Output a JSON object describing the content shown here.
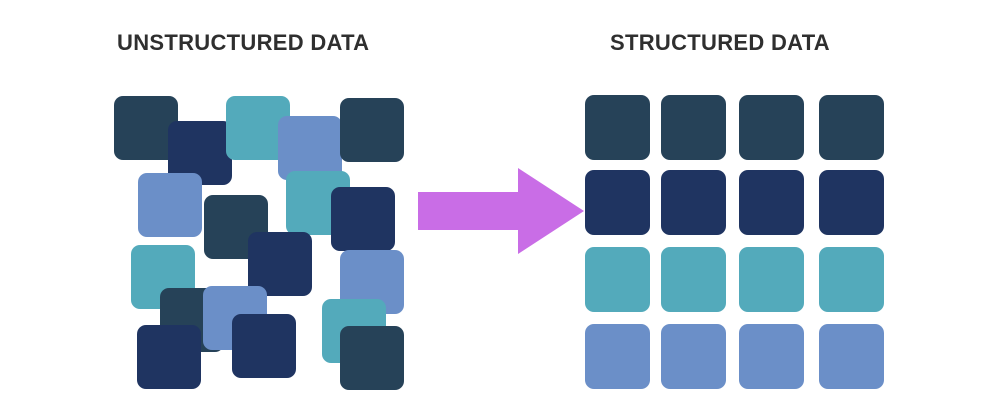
{
  "diagram": {
    "left_title": "UNSTRUCTURED DATA",
    "right_title": "STRUCTURED DATA",
    "colors": {
      "dark_slate": "#264258",
      "navy": "#1f3461",
      "teal": "#53aabb",
      "periwinkle": "#6b8fc8",
      "arrow": "#c96de6",
      "text": "#2f2f2f"
    },
    "unstructured_tiles": [
      "dark_slate",
      "navy",
      "teal",
      "periwinkle",
      "dark_slate",
      "periwinkle",
      "teal",
      "dark_slate",
      "navy",
      "navy",
      "teal",
      "periwinkle",
      "dark_slate",
      "navy",
      "periwinkle",
      "navy",
      "teal",
      "dark_slate"
    ],
    "structured_rows": [
      "dark_slate",
      "navy",
      "teal",
      "periwinkle"
    ]
  }
}
